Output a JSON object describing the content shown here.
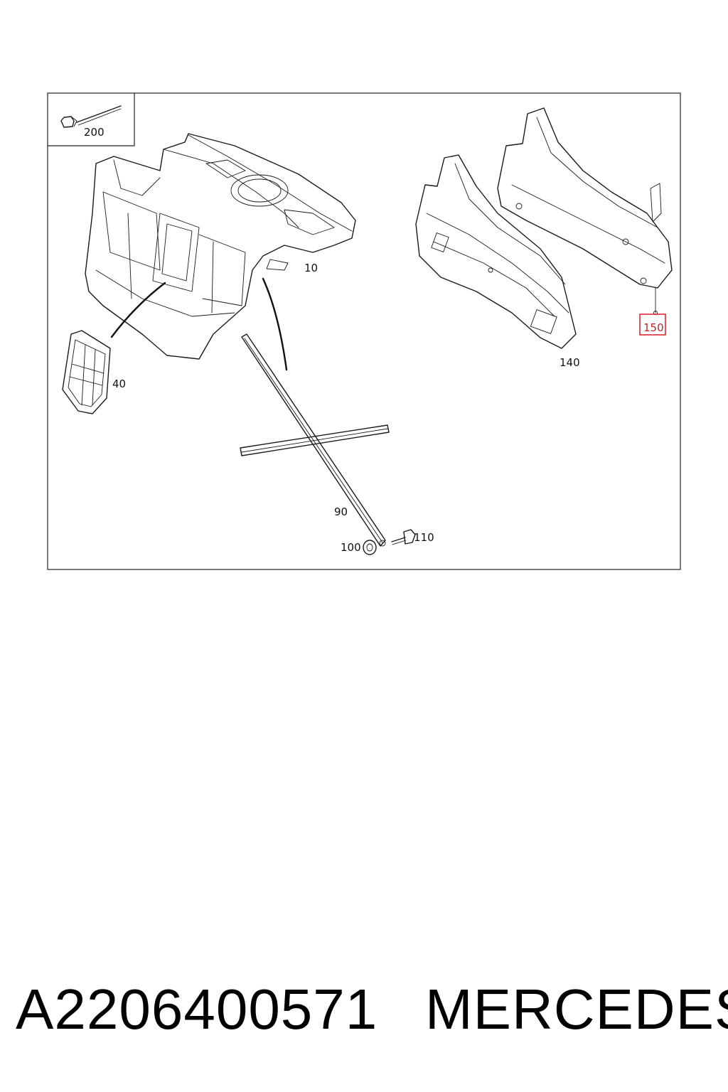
{
  "diagram": {
    "callouts": {
      "c200": "200",
      "c10": "10",
      "c40": "40",
      "c90": "90",
      "c100": "100",
      "c110": "110",
      "c140": "140",
      "c150": "150"
    },
    "highlight_color": "#d92b33"
  },
  "footer": {
    "part_number": "A2206400571",
    "brand": "MERCEDES"
  }
}
